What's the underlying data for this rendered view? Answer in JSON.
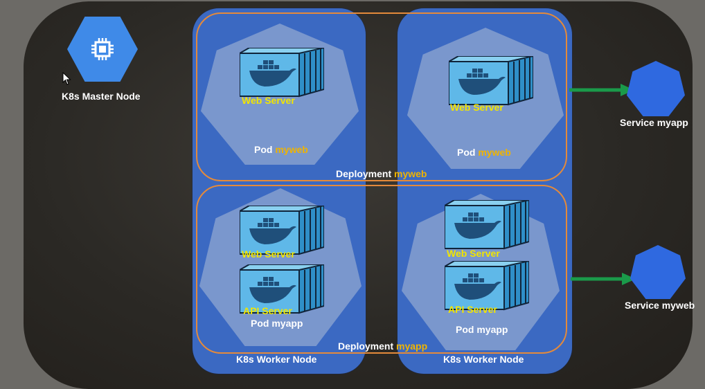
{
  "master": {
    "label": "K8s Master Node",
    "icon": "chip-icon"
  },
  "workers": [
    {
      "label": "K8s Worker Node"
    },
    {
      "label": "K8s Worker Node"
    }
  ],
  "deployments": [
    {
      "prefix": "Deployment",
      "name": "myweb"
    },
    {
      "prefix": "Deployment",
      "name": "myapp"
    }
  ],
  "pods": [
    {
      "prefix": "Pod",
      "name": "myweb",
      "containers": [
        "Web Server"
      ]
    },
    {
      "prefix": "Pod",
      "name": "myweb",
      "containers": [
        "Web Server"
      ]
    },
    {
      "prefix": "Pod",
      "name": "myapp",
      "containers": [
        "Web Server",
        "API Server"
      ]
    },
    {
      "prefix": "Pod",
      "name": "myapp",
      "containers": [
        "Web Server",
        "API Server"
      ]
    }
  ],
  "services": [
    {
      "label": "Service myapp"
    },
    {
      "label": "Service myweb"
    }
  ],
  "colors": {
    "worker": "#3b69c2",
    "deployment_border": "#e58a3a",
    "service": "#2f69e0",
    "arrow": "#1a9a4a",
    "container_label": "#f2e600",
    "accent": "#f0b400"
  }
}
